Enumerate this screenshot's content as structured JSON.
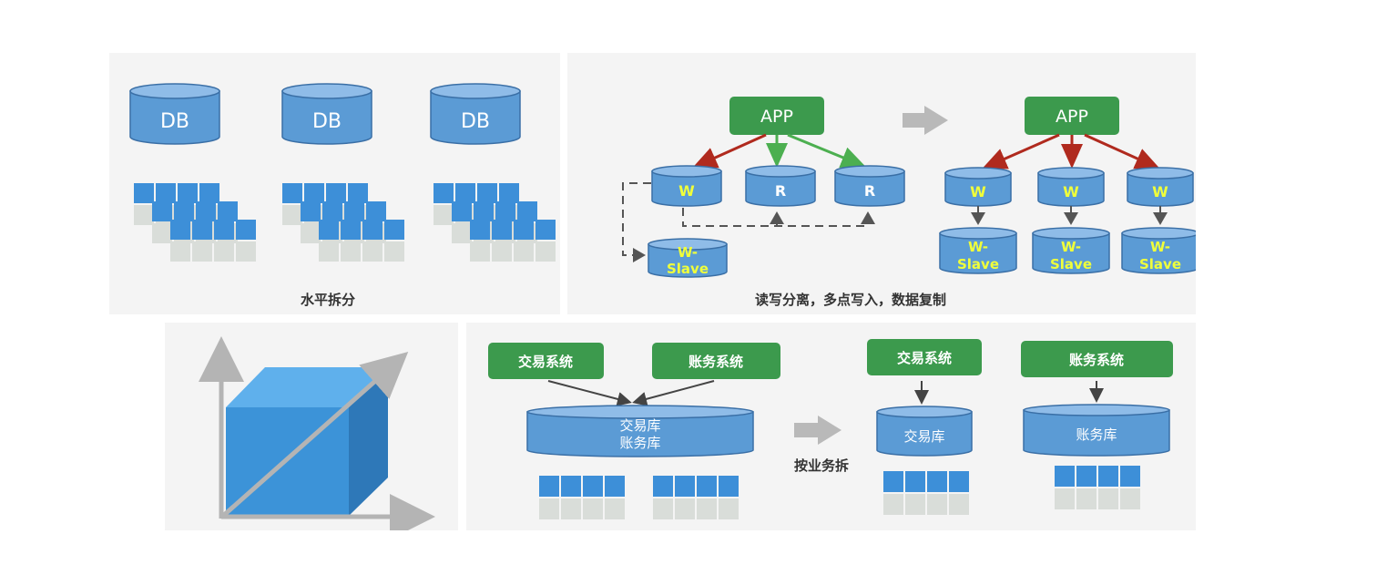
{
  "horizontal_split": {
    "db_label": "DB",
    "caption": "水平拆分"
  },
  "rw_split": {
    "app_label": "APP",
    "w_label": "W",
    "r_label": "R",
    "slave_line1": "W-",
    "slave_line2": "Slave",
    "caption": "读写分离，多点写入，数据复制"
  },
  "business_split": {
    "trade_system": "交易系统",
    "account_system": "账务系统",
    "combined_db_line1": "交易库",
    "combined_db_line2": "账务库",
    "split_label": "按业务拆",
    "trade_db": "交易库",
    "account_db": "账务库"
  },
  "colors": {
    "db_blue": "#5b9bd5",
    "db_top": "#8fbce8",
    "green_box": "#3c9a4d",
    "red_arrow": "#b02a1e",
    "green_arrow": "#4caf50",
    "yellow_text": "#f0ff3a",
    "cell_blue": "#3d8fd8",
    "cell_gray": "#d9ddd9",
    "cube_front": "#3c93d8",
    "cube_top": "#5fb0ec",
    "cube_side": "#2e78b8",
    "axis_gray": "#b4b4b4"
  }
}
